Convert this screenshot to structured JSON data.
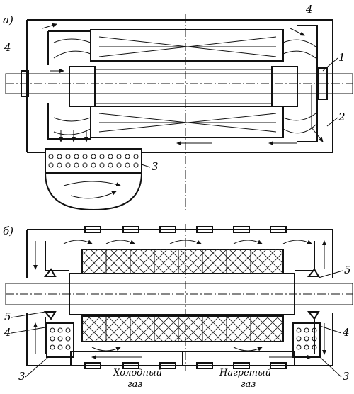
{
  "panels": [
    {
      "tag": "а)",
      "callouts": [
        "1",
        "2",
        "3",
        "4",
        "4"
      ]
    },
    {
      "tag": "б)",
      "callouts": [
        "5",
        "5",
        "4",
        "4",
        "3",
        "3"
      ],
      "caption_cold": [
        "Холодный",
        "газ"
      ],
      "caption_hot": [
        "Нагретый",
        "газ"
      ]
    }
  ]
}
